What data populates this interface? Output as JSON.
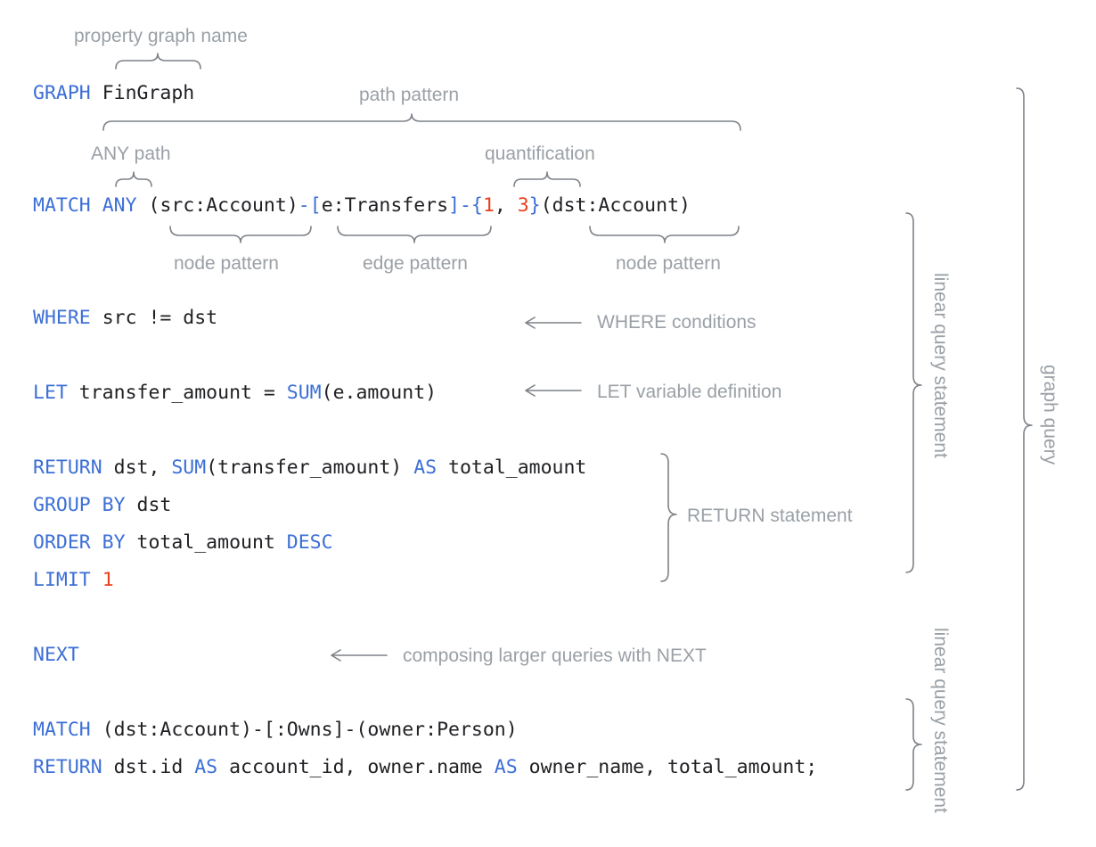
{
  "code": {
    "l1": {
      "kw": "GRAPH",
      "name": "FinGraph"
    },
    "l2": {
      "kw1": "MATCH",
      "kw2": "ANY",
      "open": "(",
      "src": "src:Account",
      "close1": ")",
      "dash1": "-",
      "lb": "[",
      "edge": "e:Transfers",
      "rb": "]",
      "dash2": "-",
      "lbrace": "{",
      "q1": "1",
      "comma": ", ",
      "q2": "3",
      "rbrace": "}",
      "dst": "(dst:Account)"
    },
    "l3": {
      "kw": "WHERE",
      "rest": "src != dst"
    },
    "l4": {
      "kw": "LET",
      "mid": "transfer_amount = ",
      "fn": "SUM",
      "rest": "(e.amount)"
    },
    "l5": {
      "kw1": "RETURN",
      "mid1": "dst, ",
      "fn": "SUM",
      "mid2": "(transfer_amount) ",
      "kw2": "AS",
      "rest": "total_amount"
    },
    "l6": {
      "kw": "GROUP BY",
      "rest": "dst"
    },
    "l7": {
      "kw1": "ORDER BY",
      "mid": "total_amount ",
      "kw2": "DESC"
    },
    "l8": {
      "kw": "LIMIT",
      "num": "1"
    },
    "l9": {
      "kw": "NEXT"
    },
    "l10": {
      "kw": "MATCH",
      "rest": "(dst:Account)-[:Owns]-(owner:Person)"
    },
    "l11": {
      "kw1": "RETURN",
      "a": "dst.id ",
      "kw2": "AS",
      "b": "account_id, owner.name ",
      "kw3": "AS",
      "c": "owner_name, total_amount;"
    }
  },
  "annotations": {
    "property_graph_name": "property graph name",
    "path_pattern": "path pattern",
    "any_path": "ANY path",
    "quantification": "quantification",
    "node_pattern_1": "node pattern",
    "edge_pattern": "edge pattern",
    "node_pattern_2": "node pattern",
    "where_conditions": "WHERE conditions",
    "let_definition": "LET variable definition",
    "return_statement": "RETURN statement",
    "next_note": "composing larger queries with NEXT",
    "linear_query_1": "linear query statement",
    "linear_query_2": "linear query statement",
    "graph_query": "graph query"
  }
}
